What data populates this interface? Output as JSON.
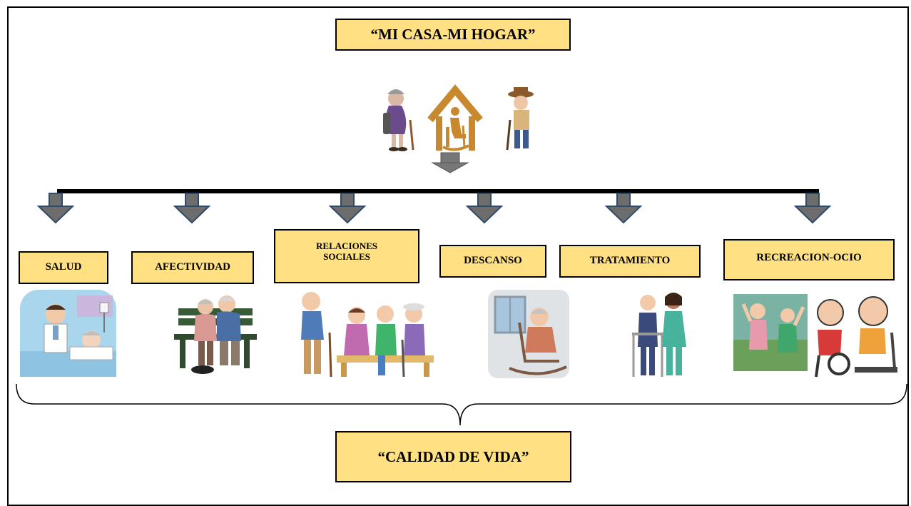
{
  "title": "“MI CASA-MI HOGAR”",
  "categories": [
    {
      "id": "salud",
      "label": "SALUD",
      "icon": "doctor-patient-illustration"
    },
    {
      "id": "afectividad",
      "label": "AFECTIVIDAD",
      "icon": "elderly-couple-bench-illustration"
    },
    {
      "id": "relaciones",
      "label": "RELACIONES SOCIALES",
      "icon": "elderly-group-bench-illustration"
    },
    {
      "id": "descanso",
      "label": "DESCANSO",
      "icon": "rocking-chair-illustration"
    },
    {
      "id": "tratamiento",
      "label": "TRATAMIENTO",
      "icon": "nurse-elderly-walker-illustration"
    },
    {
      "id": "recreacion",
      "label": "RECREACION-OCIO",
      "icon": "elderly-exercise-illustration"
    }
  ],
  "result": "“CALIDAD DE VIDA”",
  "colors": {
    "box": "#ffe083",
    "arrow": "#6d6d6d",
    "arrow_stroke": "#2e4a6b",
    "house": "#c8892e"
  }
}
